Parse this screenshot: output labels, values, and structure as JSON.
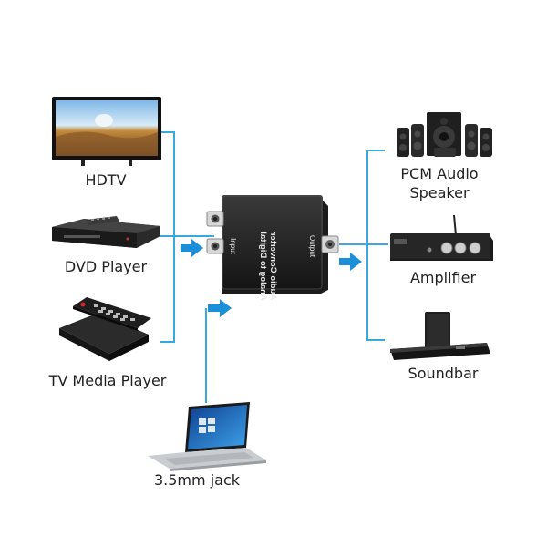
{
  "diagram": {
    "line_color": "#38a8dd",
    "arrow_color": "#1b8fd8",
    "sources": [
      {
        "label": "HDTV",
        "icon": "hdtv-icon"
      },
      {
        "label": "DVD Player",
        "icon": "dvd-player-icon"
      },
      {
        "label": "TV Media Player",
        "icon": "tv-media-player-icon"
      },
      {
        "label": "3.5mm jack",
        "icon": "laptop-icon"
      }
    ],
    "outputs": [
      {
        "label_line1": "PCM Audio",
        "label_line2": "Speaker",
        "icon": "speaker-system-icon"
      },
      {
        "label": "Amplifier",
        "icon": "amplifier-icon"
      },
      {
        "label": "Soundbar",
        "icon": "soundbar-icon"
      }
    ],
    "converter": {
      "title_line1": "Analog to Digital",
      "title_line2": "Audio Converter",
      "input_label": "Input",
      "output_label": "Output",
      "icon": "converter-box-icon"
    }
  }
}
